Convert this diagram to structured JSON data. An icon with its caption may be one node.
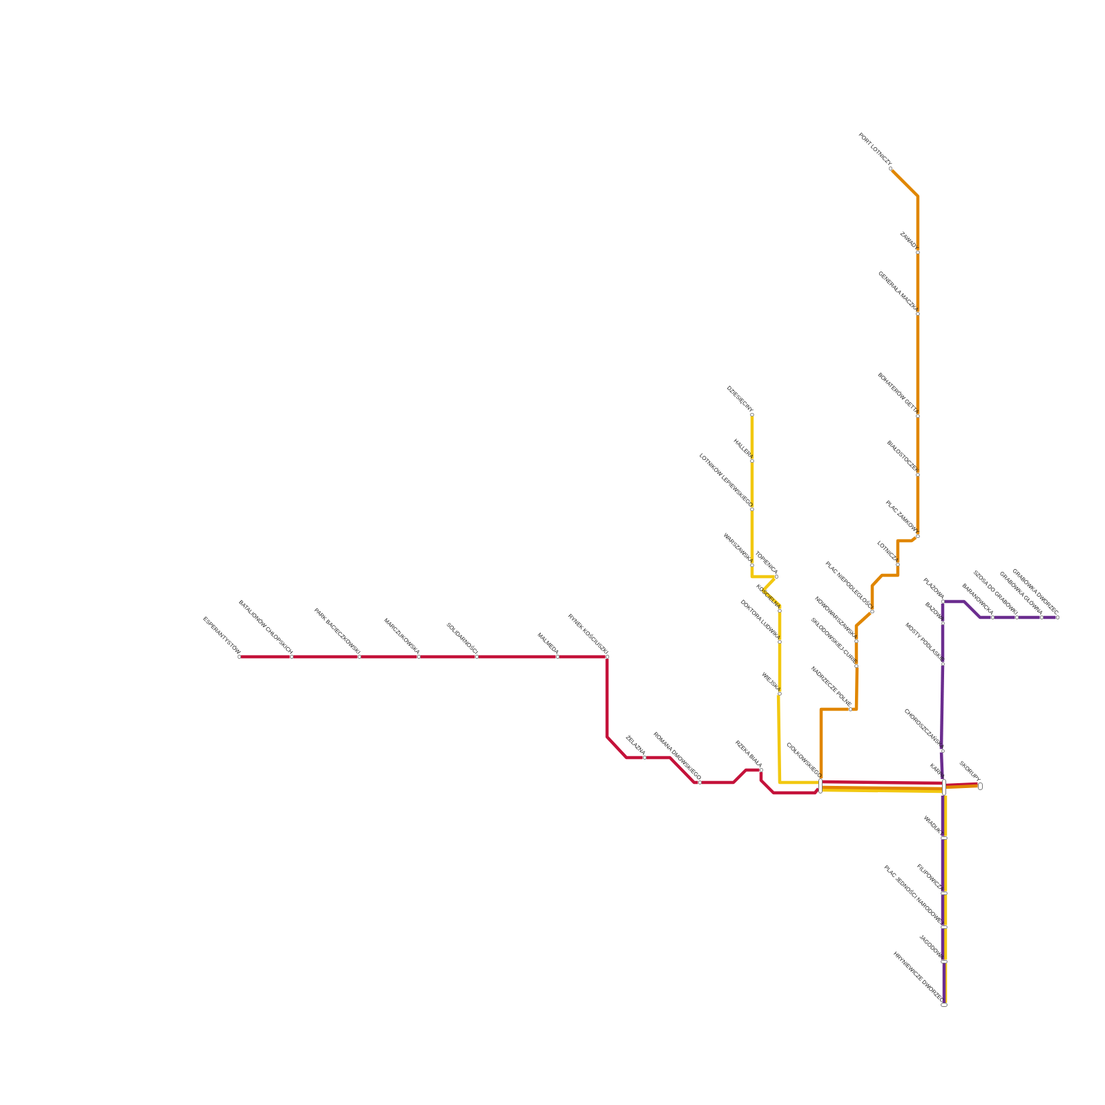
{
  "diagram": {
    "nodes": [
      {
        "text": [
          "ESPERANTYSTÓW"
        ]
      },
      {
        "text": [
          "BATALIONÓW CHŁOPSKICH"
        ]
      },
      {
        "text": [
          "PARK BACIECZKOWSKI"
        ]
      },
      {
        "text": [
          "MARCZUKOWSKA"
        ]
      },
      {
        "text": [
          "SOLIDARNOŚCI"
        ]
      },
      {
        "text": [
          "MALMEDA"
        ]
      },
      {
        "text": [
          "RYNEK KOŚCIUSZKI"
        ]
      },
      {
        "text": [
          "ŻELAZNA"
        ]
      },
      {
        "text": [
          "ROMANA DMOWSKIEGO"
        ]
      },
      {
        "text": [
          "RZEKA BIAŁA"
        ]
      },
      {
        "text": [
          "CIOŁKOWSKIEGO"
        ]
      },
      {
        "text": [
          "KARPA"
        ]
      },
      {
        "text": [
          "SKORUPY"
        ]
      },
      {
        "text": [
          "DZIESIĘCINY"
        ]
      },
      {
        "text": [
          "HALLERA"
        ]
      },
      {
        "text": [
          "LOTNIKÓW LEPIEWSKIEGO"
        ]
      },
      {
        "text": [
          "WARSZAWSKA"
        ]
      },
      {
        "text": [
          "TOPIENICA"
        ]
      },
      {
        "text": [
          "KOŚCIELNA"
        ]
      },
      {
        "text": [
          "DOKTORA LUDWIKA"
        ]
      },
      {
        "text": [
          "WIEJSKA"
        ]
      },
      {
        "text": [
          "PORT LOTNICZY"
        ]
      },
      {
        "text": [
          "ZAWADY"
        ]
      },
      {
        "text": [
          "GENERAŁA MACZKA"
        ]
      },
      {
        "text": [
          "BOHATERÓW GETTA"
        ]
      },
      {
        "text": [
          "BIAŁOSTOCZEK"
        ]
      },
      {
        "text": [
          "PLAC ZAMKOWY"
        ]
      },
      {
        "text": [
          "LOTNICZA"
        ]
      },
      {
        "text": [
          "PLAC NIEPODLEGŁOŚCI"
        ]
      },
      {
        "text": [
          "NOWOWARSZAWSKA"
        ]
      },
      {
        "text": [
          "SKŁODOWSKIEJ-CURIE"
        ]
      },
      {
        "text": [
          "NADRZECZE POLNE"
        ]
      },
      {
        "text": [
          "PLAŻOWA"
        ]
      },
      {
        "text": [
          "BAZOWA"
        ]
      },
      {
        "text": [
          "MOSTY PODLASKIE"
        ]
      },
      {
        "text": [
          "CHOROSZCZAŃSKA"
        ]
      },
      {
        "text": [
          "BARANOWICKA"
        ]
      },
      {
        "text": [
          "SZOSA DO GRABÓWKI"
        ]
      },
      {
        "text": [
          "GRABÓWKA GŁÓWNA"
        ]
      },
      {
        "text": [
          "GRABÓWKA DWORZEC"
        ]
      },
      {
        "text": [
          "WIADUKT"
        ]
      },
      {
        "text": [
          "FILIPOWICZA"
        ]
      },
      {
        "text": [
          "PLAC JEDNOŚCI NARODOWEJ"
        ]
      },
      {
        "text": [
          "JAGODOWA"
        ]
      },
      {
        "text": [
          "HRYNIEWICZE DWORZEC"
        ]
      }
    ],
    "edges": [
      {
        "from": 0,
        "to": 1,
        "arrow": "none",
        "color": "#c4123a"
      },
      {
        "from": 1,
        "to": 2,
        "arrow": "none",
        "color": "#c4123a"
      },
      {
        "from": 2,
        "to": 3,
        "arrow": "none",
        "color": "#c4123a"
      },
      {
        "from": 3,
        "to": 4,
        "arrow": "none",
        "color": "#c4123a"
      },
      {
        "from": 4,
        "to": 5,
        "arrow": "none",
        "color": "#c4123a"
      },
      {
        "from": 5,
        "to": 6,
        "arrow": "none",
        "color": "#c4123a"
      },
      {
        "from": 6,
        "to": 7,
        "arrow": "none",
        "color": "#c4123a"
      },
      {
        "from": 7,
        "to": 8,
        "arrow": "none",
        "color": "#c4123a"
      },
      {
        "from": 8,
        "to": 9,
        "arrow": "none",
        "color": "#c4123a"
      },
      {
        "from": 9,
        "to": 10,
        "arrow": "none",
        "color": "#c4123a"
      },
      {
        "from": 10,
        "to": 11,
        "arrow": "none",
        "color": "#c4123a"
      },
      {
        "from": 11,
        "to": 12,
        "arrow": "none",
        "color": "#c4123a"
      },
      {
        "from": 13,
        "to": 14,
        "arrow": "none",
        "color": "#f2c811"
      },
      {
        "from": 14,
        "to": 15,
        "arrow": "none",
        "color": "#f2c811"
      },
      {
        "from": 15,
        "to": 16,
        "arrow": "none",
        "color": "#f2c811"
      },
      {
        "from": 16,
        "to": 17,
        "arrow": "none",
        "color": "#f2c811"
      },
      {
        "from": 17,
        "to": 18,
        "arrow": "none",
        "color": "#f2c811"
      },
      {
        "from": 18,
        "to": 19,
        "arrow": "none",
        "color": "#f2c811"
      },
      {
        "from": 19,
        "to": 20,
        "arrow": "none",
        "color": "#f2c811"
      },
      {
        "from": 20,
        "to": 10,
        "arrow": "none",
        "color": "#f2c811"
      },
      {
        "from": 10,
        "to": 11,
        "arrow": "none",
        "color": "#f2c811"
      },
      {
        "from": 11,
        "to": 40,
        "arrow": "none",
        "color": "#f2c811"
      },
      {
        "from": 40,
        "to": 41,
        "arrow": "none",
        "color": "#f2c811"
      },
      {
        "from": 41,
        "to": 42,
        "arrow": "none",
        "color": "#f2c811"
      },
      {
        "from": 42,
        "to": 43,
        "arrow": "none",
        "color": "#f2c811"
      },
      {
        "from": 43,
        "to": 44,
        "arrow": "none",
        "color": "#f2c811"
      },
      {
        "from": 21,
        "to": 22,
        "arrow": "none",
        "color": "#e08600"
      },
      {
        "from": 22,
        "to": 23,
        "arrow": "none",
        "color": "#e08600"
      },
      {
        "from": 23,
        "to": 24,
        "arrow": "none",
        "color": "#e08600"
      },
      {
        "from": 24,
        "to": 25,
        "arrow": "none",
        "color": "#e08600"
      },
      {
        "from": 25,
        "to": 26,
        "arrow": "none",
        "color": "#e08600"
      },
      {
        "from": 26,
        "to": 27,
        "arrow": "none",
        "color": "#e08600"
      },
      {
        "from": 27,
        "to": 28,
        "arrow": "none",
        "color": "#e08600"
      },
      {
        "from": 28,
        "to": 29,
        "arrow": "none",
        "color": "#e08600"
      },
      {
        "from": 29,
        "to": 30,
        "arrow": "none",
        "color": "#e08600"
      },
      {
        "from": 30,
        "to": 31,
        "arrow": "none",
        "color": "#e08600"
      },
      {
        "from": 31,
        "to": 10,
        "arrow": "none",
        "color": "#e08600"
      },
      {
        "from": 10,
        "to": 11,
        "arrow": "none",
        "color": "#e08600"
      },
      {
        "from": 11,
        "to": 12,
        "arrow": "none",
        "color": "#e08600"
      },
      {
        "from": 32,
        "to": 36,
        "arrow": "none",
        "color": "#6b2d8f"
      },
      {
        "from": 36,
        "to": 37,
        "arrow": "none",
        "color": "#6b2d8f"
      },
      {
        "from": 37,
        "to": 38,
        "arrow": "none",
        "color": "#6b2d8f"
      },
      {
        "from": 38,
        "to": 39,
        "arrow": "none",
        "color": "#6b2d8f"
      },
      {
        "from": 32,
        "to": 33,
        "arrow": "none",
        "color": "#6b2d8f"
      },
      {
        "from": 33,
        "to": 34,
        "arrow": "none",
        "color": "#6b2d8f"
      },
      {
        "from": 34,
        "to": 35,
        "arrow": "none",
        "color": "#6b2d8f"
      },
      {
        "from": 35,
        "to": 11,
        "arrow": "none",
        "color": "#6b2d8f"
      },
      {
        "from": 11,
        "to": 40,
        "arrow": "none",
        "color": "#6b2d8f"
      },
      {
        "from": 40,
        "to": 41,
        "arrow": "none",
        "color": "#6b2d8f"
      },
      {
        "from": 41,
        "to": 42,
        "arrow": "none",
        "color": "#6b2d8f"
      },
      {
        "from": 42,
        "to": 43,
        "arrow": "none",
        "color": "#6b2d8f"
      },
      {
        "from": 43,
        "to": 44,
        "arrow": "none",
        "color": "#6b2d8f"
      }
    ]
  }
}
